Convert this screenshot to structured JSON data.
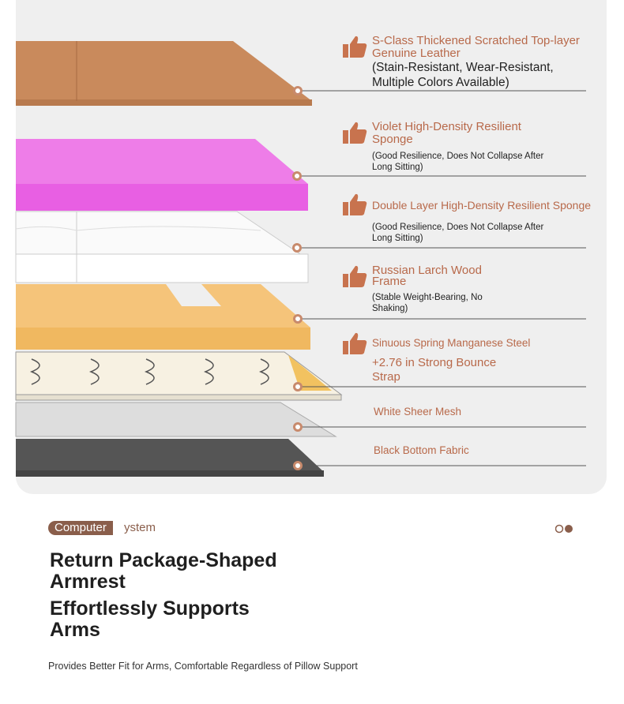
{
  "features": [
    {
      "title": "S-Class Thickened Scratched Top-layer Genuine Leather",
      "subtitle": "(Stain-Resistant, Wear-Resistant, Multiple Colors Available)",
      "icon": "thumbs-up-icon"
    },
    {
      "title": "Violet High-Density Resilient Sponge",
      "subtitle": "(Good Resilience, Does Not Collapse After Long Sitting)",
      "icon": "thumbs-up-icon"
    },
    {
      "title": "Double Layer High-Density Resilient Sponge",
      "subtitle": "(Good Resilience, Does Not Collapse After Long Sitting)",
      "icon": "thumbs-up-icon"
    },
    {
      "title": "Russian Larch Wood Frame",
      "subtitle": "(Stable Weight-Bearing, No Shaking)",
      "icon": "thumbs-up-icon"
    },
    {
      "title": "Sinuous Spring Manganese Steel",
      "subtitle": "+2.76 in Strong Bounce Strap",
      "icon": "thumbs-up-icon"
    },
    {
      "title": "White Sheer Mesh"
    },
    {
      "title": "Black Bottom Fabric"
    }
  ],
  "section": {
    "tag": "Computer",
    "tag_suffix": "ystem",
    "heading1": "Return Package-Shaped Armrest",
    "heading2": "Effortlessly Supports Arms",
    "description": "Provides Better Fit for Arms, Comfortable Regardless of Pillow Support"
  },
  "colors": {
    "accent": "#b8694a",
    "tag": "#8a5e4b",
    "leather": "#c98a5c",
    "pink": "#ee7de8",
    "wood": "#f5c47a"
  }
}
